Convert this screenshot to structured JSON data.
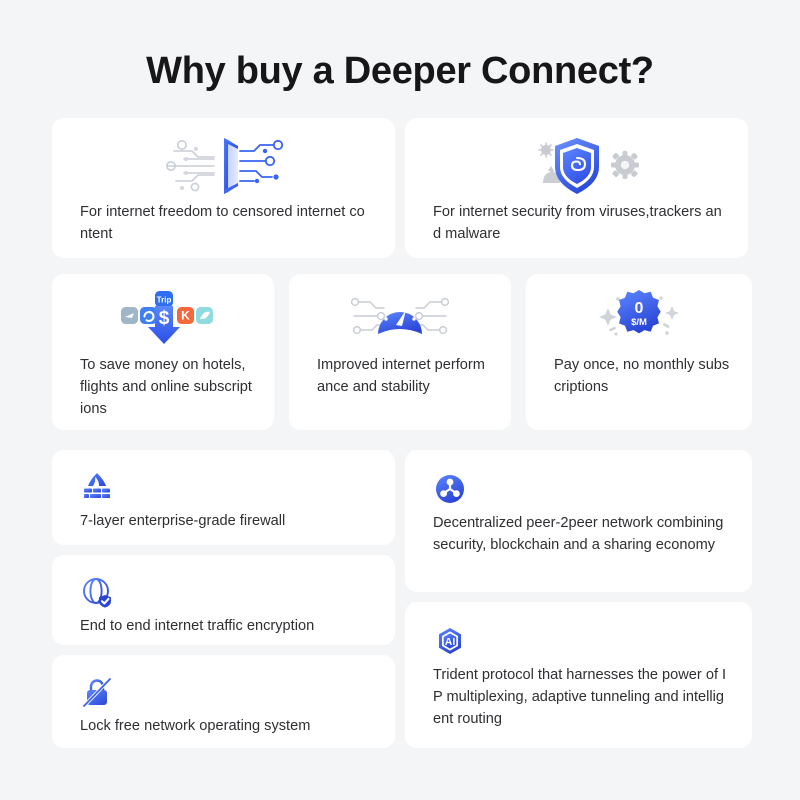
{
  "page": {
    "title": "Why buy a Deeper Connect?",
    "background_color": "#f4f5f7",
    "card_color": "#ffffff",
    "accent_color": "#3a64f0",
    "text_color": "#2f2f33"
  },
  "row1": [
    {
      "icon": "network-gateway-icon",
      "text": "For internet freedom to censored internet content"
    },
    {
      "icon": "security-shield-icon",
      "text": "For internet security from viruses,trackers and malware"
    }
  ],
  "row2": [
    {
      "icon": "money-saving-apps-icon",
      "text": "To save money on hotels, flights and online subscriptions"
    },
    {
      "icon": "speedometer-icon",
      "text": "Improved internet performance and stability"
    },
    {
      "icon": "zero-cost-badge-icon",
      "badge_top_label": "0",
      "badge_bottom_label": "$/M",
      "text": "Pay once, no monthly subscriptions"
    }
  ],
  "row3_left": [
    {
      "icon": "firewall-icon",
      "text": "7-layer enterprise-grade firewall"
    },
    {
      "icon": "globe-encryption-icon",
      "text": "End to end internet traffic encryption"
    },
    {
      "icon": "lock-free-icon",
      "text": "Lock free network operating system"
    }
  ],
  "row3_right": [
    {
      "icon": "peer-to-peer-network-icon",
      "text": "Decentralized peer-2peer network combining security, blockchain and a sharing economy"
    },
    {
      "icon": "ai-chip-icon",
      "badge_label": "AI",
      "text": "Trident protocol that harnesses the power of IP multiplexing, adaptive tunneling and intelligent routing"
    }
  ]
}
